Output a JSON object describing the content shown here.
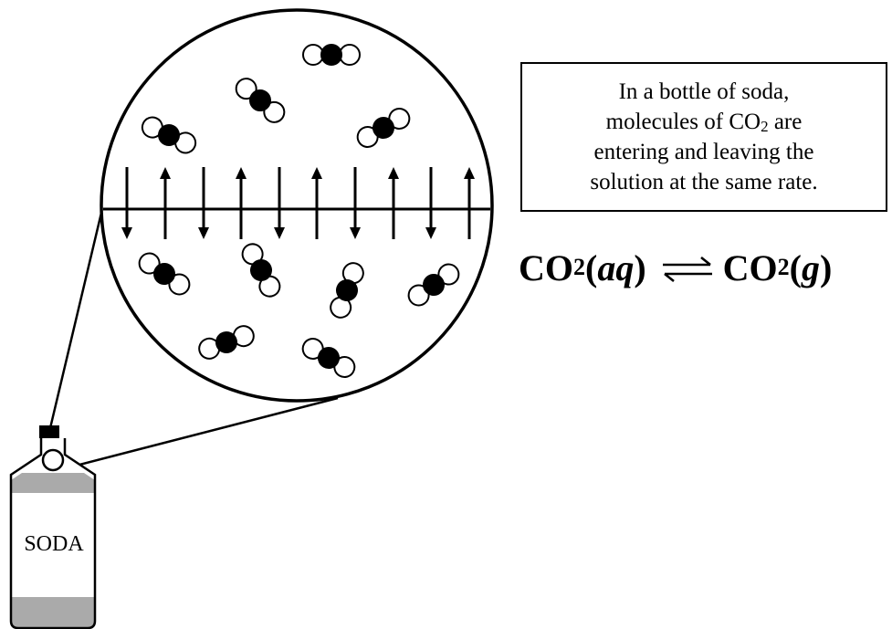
{
  "caption": {
    "line1": "In a bottle of soda,",
    "line2_pre": "molecules of CO",
    "line2_sub": "2",
    "line2_post": " are",
    "line3": "entering and leaving the",
    "line4": "solution at the same rate."
  },
  "equation": {
    "left_formula": "CO",
    "left_sub": "2",
    "left_state_open": "(",
    "left_state": "aq",
    "left_state_close": ")",
    "right_formula": "CO",
    "right_sub": "2",
    "right_state_open": "(",
    "right_state": "g",
    "right_state_close": ")"
  },
  "bottle": {
    "label": "SODA"
  },
  "colors": {
    "ink": "#000000",
    "liquid": "#aaaaaa",
    "background": "#ffffff"
  }
}
